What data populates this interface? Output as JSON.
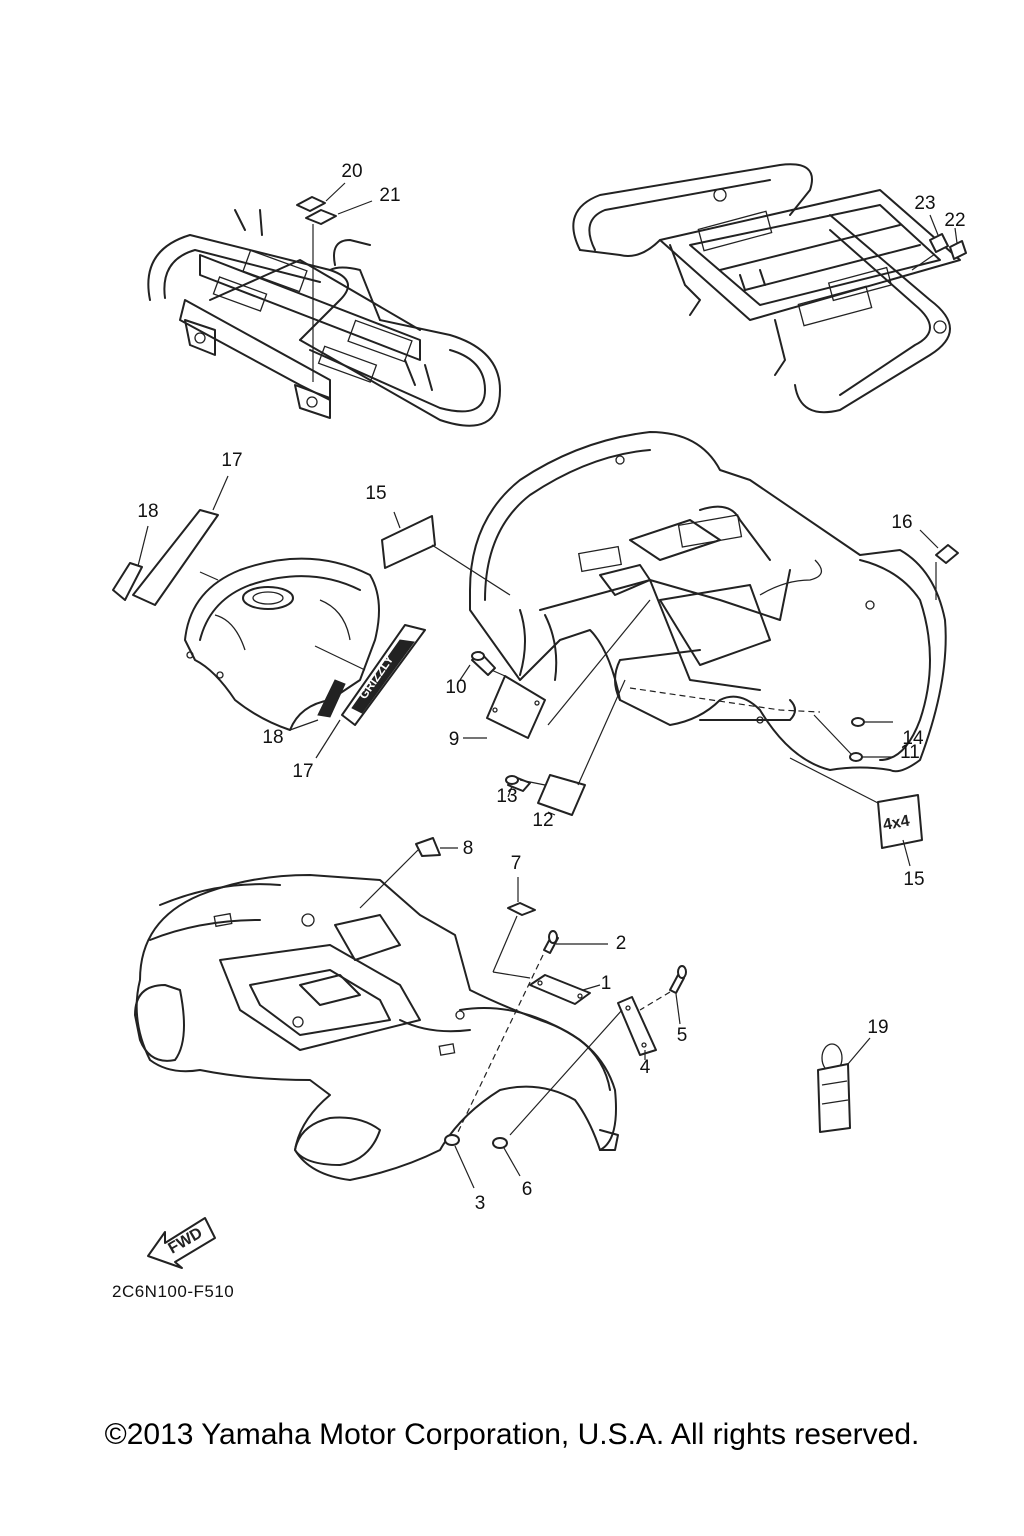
{
  "callouts": {
    "c1": "1",
    "c2": "2",
    "c3": "3",
    "c4": "4",
    "c5": "5",
    "c6": "6",
    "c7": "7",
    "c8": "8",
    "c9": "9",
    "c10": "10",
    "c11": "11",
    "c12": "12",
    "c13": "13",
    "c14": "14",
    "c15a": "15",
    "c15b": "15",
    "c16": "16",
    "c17a": "17",
    "c17b": "17",
    "c18a": "18",
    "c18b": "18",
    "c19": "19",
    "c20": "20",
    "c21": "21",
    "c22": "22",
    "c23": "23"
  },
  "decals": {
    "grizzly": "GRIZZLY",
    "fourbyfour": "4x4",
    "fwd": "FWD"
  },
  "drawing_code": "2C6N100-F510",
  "copyright": "©2013 Yamaha Motor Corporation, U.S.A. All rights reserved."
}
